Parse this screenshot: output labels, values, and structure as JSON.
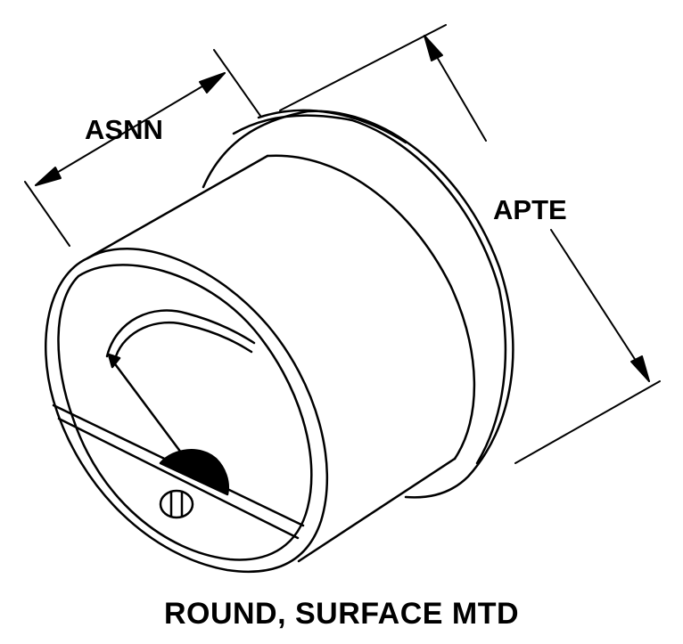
{
  "drawing": {
    "dimension_labels": {
      "depth": "ASNN",
      "diameter": "APTE"
    },
    "caption": "ROUND, SURFACE MTD"
  }
}
